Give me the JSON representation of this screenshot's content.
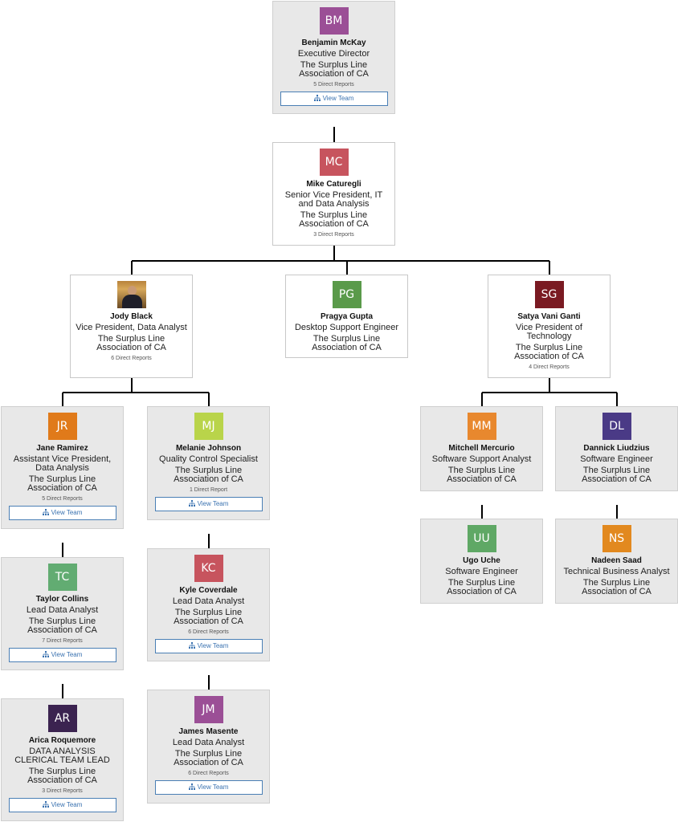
{
  "view_team_label": "View Team",
  "people": {
    "bm": {
      "initials": "BM",
      "name": "Benjamin McKay",
      "title": "Executive Director",
      "org": "The Surplus Line Association of CA",
      "reports": "5 Direct Reports",
      "color": "#9b4f96"
    },
    "mc": {
      "initials": "MC",
      "name": "Mike Caturegli",
      "title": "Senior Vice President, IT and Data Analysis",
      "org": "The Surplus Line Association of CA",
      "reports": "3 Direct Reports",
      "color": "#c7545e"
    },
    "jb": {
      "name": "Jody Black",
      "title": "Vice President, Data Analyst",
      "org": "The Surplus Line Association of CA",
      "reports": "6 Direct Reports"
    },
    "pg": {
      "initials": "PG",
      "name": "Pragya Gupta",
      "title": "Desktop Support Engineer",
      "org": "The Surplus Line Association of CA",
      "color": "#5a9a4a"
    },
    "sg": {
      "initials": "SG",
      "name": "Satya Vani Ganti",
      "title": "Vice President of Technology",
      "org": "The Surplus Line Association of CA",
      "reports": "4 Direct Reports",
      "color": "#7a1a22"
    },
    "jr": {
      "initials": "JR",
      "name": "Jane Ramirez",
      "title": "Assistant Vice President, Data Analysis",
      "org": "The Surplus Line Association of CA",
      "reports": "5 Direct Reports",
      "color": "#e07a1a"
    },
    "mj": {
      "initials": "MJ",
      "name": "Melanie Johnson",
      "title": "Quality Control Specialist",
      "org": "The Surplus Line Association of CA",
      "reports": "1 Direct Report",
      "color": "#b9d44a"
    },
    "mm": {
      "initials": "MM",
      "name": "Mitchell Mercurio",
      "title": "Software Support Analyst",
      "org": "The Surplus Line Association of CA",
      "color": "#e8882e"
    },
    "dl": {
      "initials": "DL",
      "name": "Dannick Liudzius",
      "title": "Software Engineer",
      "org": "The Surplus Line Association of CA",
      "color": "#4a3a86"
    },
    "tc": {
      "initials": "TC",
      "name": "Taylor Collins",
      "title": "Lead Data Analyst",
      "org": "The Surplus Line Association of CA",
      "reports": "7 Direct Reports",
      "color": "#62ac72"
    },
    "kc": {
      "initials": "KC",
      "name": "Kyle Coverdale",
      "title": "Lead Data Analyst",
      "org": "The Surplus Line Association of CA",
      "reports": "6 Direct Reports",
      "color": "#c7545e"
    },
    "uu": {
      "initials": "UU",
      "name": "Ugo Uche",
      "title": "Software Engineer",
      "org": "The Surplus Line Association of CA",
      "color": "#5fa865"
    },
    "ns": {
      "initials": "NS",
      "name": "Nadeen Saad",
      "title": "Technical Business Analyst",
      "org": "The Surplus Line Association of CA",
      "color": "#e2891f"
    },
    "ar": {
      "initials": "AR",
      "name": "Arica Roquemore",
      "title": "DATA ANALYSIS CLERICAL TEAM LEAD",
      "org": "The Surplus Line Association of CA",
      "reports": "3 Direct Reports",
      "color": "#3b2350"
    },
    "jm": {
      "initials": "JM",
      "name": "James Masente",
      "title": "Lead Data Analyst",
      "org": "The Surplus Line Association of CA",
      "reports": "6 Direct Reports",
      "color": "#9b4f96"
    }
  }
}
